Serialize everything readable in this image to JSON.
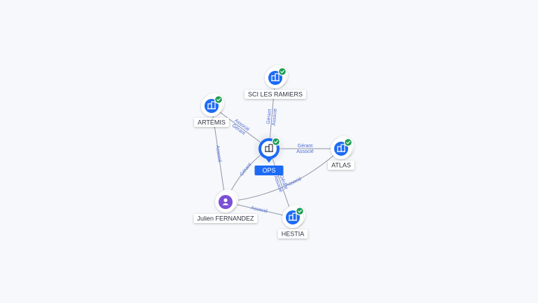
{
  "graph": {
    "nodes": [
      {
        "id": "ops",
        "label": "OPS",
        "kind": "company",
        "center": true,
        "verified": true,
        "icon": "building-icon"
      },
      {
        "id": "sci",
        "label": "SCI LES RAMIERS",
        "kind": "company",
        "verified": true,
        "icon": "building-icon"
      },
      {
        "id": "artemis",
        "label": "ARTÉMIS",
        "kind": "company",
        "verified": true,
        "icon": "building-icon"
      },
      {
        "id": "atlas",
        "label": "ATLAS",
        "kind": "company",
        "verified": true,
        "icon": "building-icon"
      },
      {
        "id": "hestia",
        "label": "HESTIA",
        "kind": "company",
        "verified": true,
        "icon": "building-icon"
      },
      {
        "id": "julien",
        "label": "Julien FERNANDEZ",
        "kind": "person",
        "verified": false,
        "icon": "person-icon"
      }
    ],
    "edges": [
      {
        "from": "ops",
        "to": "sci",
        "labels": [
          "Gérant",
          "Associé"
        ]
      },
      {
        "from": "ops",
        "to": "artemis",
        "labels": [
          "Gérant",
          "Associé"
        ]
      },
      {
        "from": "ops",
        "to": "atlas",
        "labels": [
          "Gérant",
          "Associé"
        ]
      },
      {
        "from": "ops",
        "to": "hestia",
        "labels": [
          "Gérant",
          "Associé"
        ]
      },
      {
        "from": "julien",
        "to": "ops",
        "labels": [
          "Gérant"
        ]
      },
      {
        "from": "julien",
        "to": "artemis",
        "labels": [
          "Associé"
        ]
      },
      {
        "from": "julien",
        "to": "hestia",
        "labels": [
          "Associé"
        ]
      },
      {
        "from": "julien",
        "to": "atlas",
        "labels": [
          "Associé"
        ]
      }
    ]
  },
  "colors": {
    "accent": "#1d6af5",
    "verified": "#1f9d55",
    "person": "#7b4fd6",
    "edge": "#8f96a8",
    "edge_label": "#4d6bd6"
  }
}
